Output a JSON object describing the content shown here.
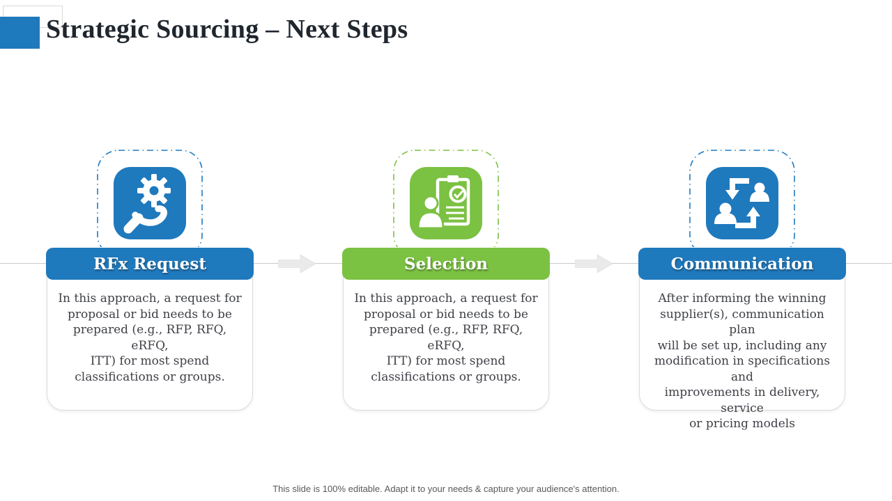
{
  "slide": {
    "title": "Strategic Sourcing – Next Steps",
    "footer": "This slide is 100% editable. Adapt it to your needs & capture your audience's attention."
  },
  "theme": {
    "blue": "#1f79bd",
    "green": "#7bc142",
    "line_gray": "#c9c9c9",
    "arrow_gray": "#eaeaea",
    "title_color": "#1f262e",
    "body_text_color": "#3f4147",
    "footer_text_color": "#58595b"
  },
  "steps": [
    {
      "label": "RFx Request",
      "icon": "hand-gear-icon",
      "accent": "#1f79bd",
      "description": "In this approach, a request for\nproposal or bid needs to be\nprepared (e.g., RFP, RFQ, eRFQ,\nITT) for most spend\nclassifications or groups."
    },
    {
      "label": "Selection",
      "icon": "person-checklist-icon",
      "accent": "#7bc142",
      "description": "In this approach, a request for\nproposal or bid needs to be\nprepared (e.g., RFP, RFQ, eRFQ,\nITT) for most spend\nclassifications or groups."
    },
    {
      "label": "Communication",
      "icon": "people-exchange-icon",
      "accent": "#1f79bd",
      "description": "After informing the winning\nsupplier(s), communication plan\nwill be set up, including any\nmodification in specifications and\nimprovements in delivery, service\nor pricing models"
    }
  ]
}
